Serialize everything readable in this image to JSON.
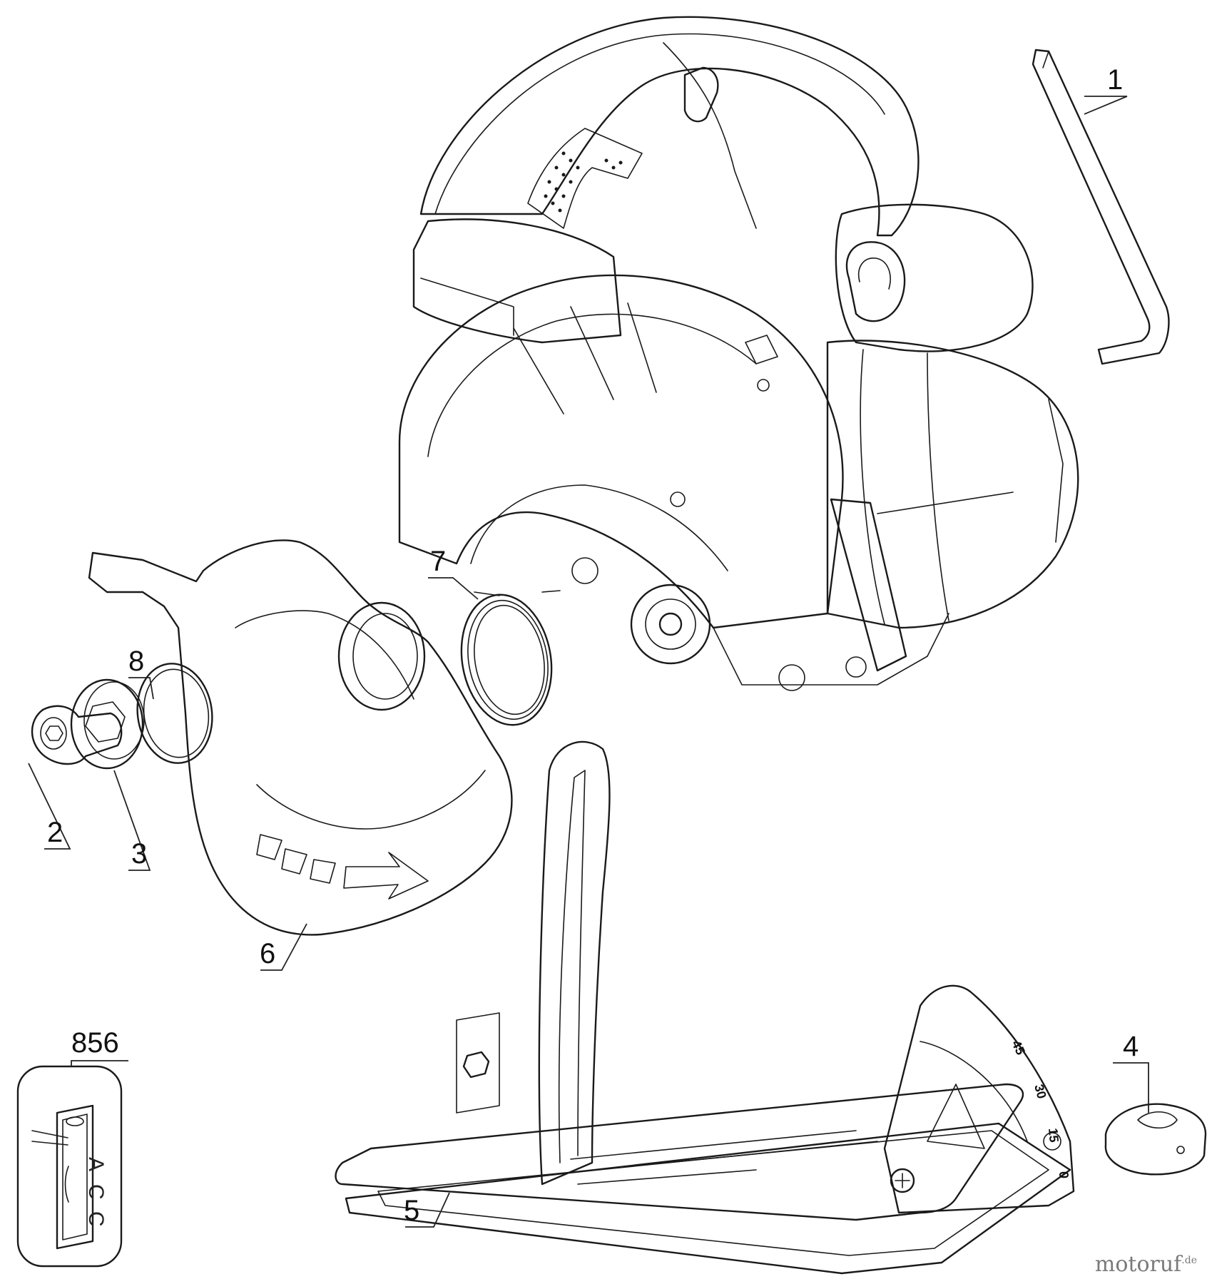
{
  "labels": {
    "p1": "1",
    "p2": "2",
    "p3": "3",
    "p4": "4",
    "p5": "5",
    "p6": "6",
    "p7": "7",
    "p8": "8",
    "p856": "856"
  },
  "bevel_scale": {
    "t45": "45",
    "t30": "30",
    "t15": "15",
    "t0": "0"
  },
  "accessory_tag": {
    "a": "A",
    "c1": "C",
    "c2": "C"
  },
  "watermark": {
    "name": "motoruf",
    "suffix": ".de"
  }
}
